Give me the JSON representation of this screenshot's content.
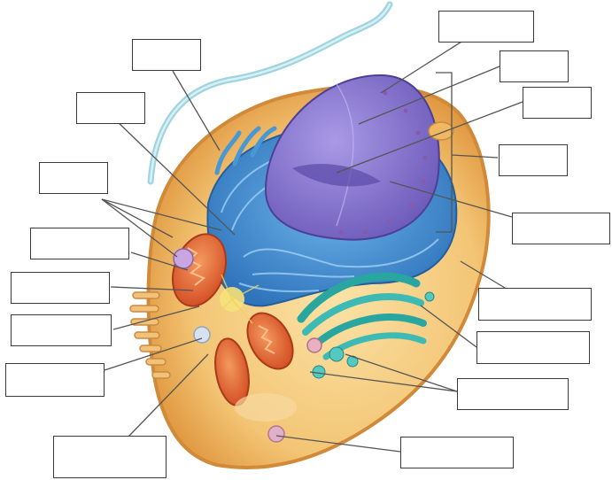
{
  "diagram": {
    "labels": [
      {
        "id": "label-1",
        "text": ""
      },
      {
        "id": "label-2",
        "text": ""
      },
      {
        "id": "label-3",
        "text": ""
      },
      {
        "id": "label-4",
        "text": ""
      },
      {
        "id": "label-5",
        "text": ""
      },
      {
        "id": "label-6",
        "text": ""
      },
      {
        "id": "label-7",
        "text": ""
      },
      {
        "id": "label-8",
        "text": ""
      },
      {
        "id": "label-9",
        "text": ""
      },
      {
        "id": "label-10",
        "text": ""
      },
      {
        "id": "label-11",
        "text": ""
      },
      {
        "id": "label-12",
        "text": ""
      },
      {
        "id": "label-13",
        "text": ""
      },
      {
        "id": "label-14",
        "text": ""
      },
      {
        "id": "label-15",
        "text": ""
      },
      {
        "id": "label-16",
        "text": ""
      },
      {
        "id": "label-17",
        "text": ""
      },
      {
        "id": "label-18",
        "text": ""
      }
    ],
    "colors": {
      "cytoplasm": "#f2c46e",
      "membrane": "#e3a04a",
      "rough_er": "#3f8fd0",
      "nucleus": "#7f6fc9",
      "nucleus_inner": "#9a8be0",
      "golgi": "#2aa6a0",
      "mitochondria": "#e8643a",
      "leader_line": "#555555"
    }
  }
}
